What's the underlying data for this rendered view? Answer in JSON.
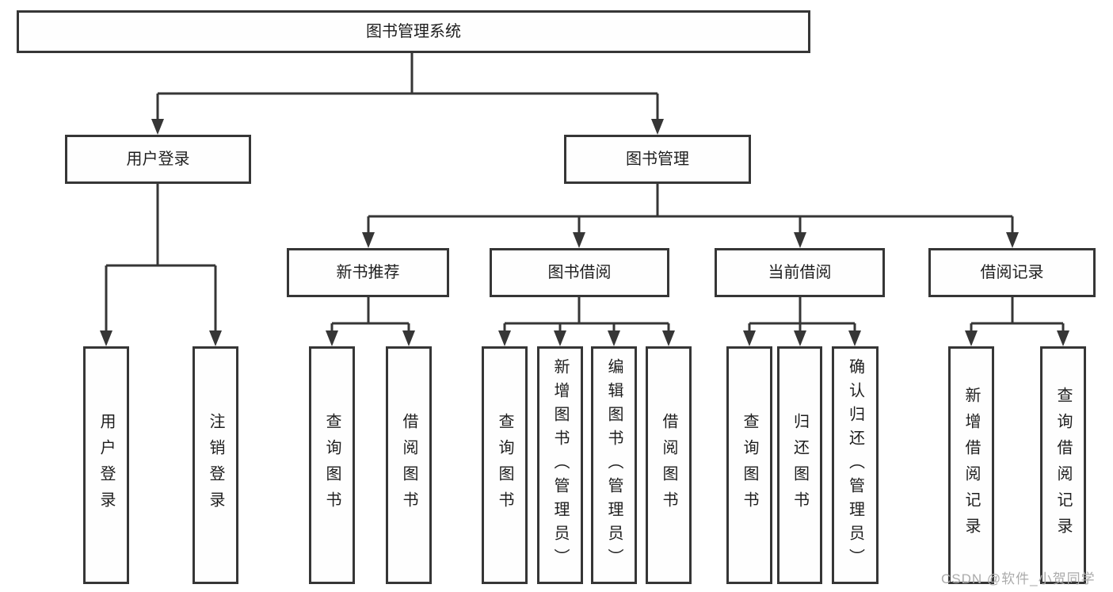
{
  "diagram": {
    "type": "tree",
    "title": "图书管理系统"
  },
  "nodes": [
    {
      "id": "root",
      "label": "图书管理系统",
      "parent": null,
      "vertical": false
    },
    {
      "id": "user-login",
      "label": "用户登录",
      "parent": "root",
      "vertical": false
    },
    {
      "id": "book-mgmt",
      "label": "图书管理",
      "parent": "root",
      "vertical": false
    },
    {
      "id": "new-book-rec",
      "label": "新书推荐",
      "parent": "book-mgmt",
      "vertical": false
    },
    {
      "id": "book-borrow",
      "label": "图书借阅",
      "parent": "book-mgmt",
      "vertical": false
    },
    {
      "id": "current-borrow",
      "label": "当前借阅",
      "parent": "book-mgmt",
      "vertical": false
    },
    {
      "id": "borrow-records",
      "label": "借阅记录",
      "parent": "book-mgmt",
      "vertical": false
    },
    {
      "id": "leaf-user-login",
      "label": "用户登录",
      "parent": "user-login",
      "vertical": true
    },
    {
      "id": "leaf-logout",
      "label": "注销登录",
      "parent": "user-login",
      "vertical": true
    },
    {
      "id": "leaf-query-book-1",
      "label": "查询图书",
      "parent": "new-book-rec",
      "vertical": true
    },
    {
      "id": "leaf-borrow-book-1",
      "label": "借阅图书",
      "parent": "new-book-rec",
      "vertical": true
    },
    {
      "id": "leaf-query-book-2",
      "label": "查询图书",
      "parent": "book-borrow",
      "vertical": true
    },
    {
      "id": "leaf-add-book",
      "label": "新增图书（管理员）",
      "parent": "book-borrow",
      "vertical": true
    },
    {
      "id": "leaf-edit-book",
      "label": "编辑图书（管理员）",
      "parent": "book-borrow",
      "vertical": true
    },
    {
      "id": "leaf-borrow-book-2",
      "label": "借阅图书",
      "parent": "book-borrow",
      "vertical": true
    },
    {
      "id": "leaf-query-book-3",
      "label": "查询图书",
      "parent": "current-borrow",
      "vertical": true
    },
    {
      "id": "leaf-return-book",
      "label": "归还图书",
      "parent": "current-borrow",
      "vertical": true
    },
    {
      "id": "leaf-confirm-return",
      "label": "确认归还（管理员）",
      "parent": "current-borrow",
      "vertical": true
    },
    {
      "id": "leaf-add-record",
      "label": "新增借阅记录",
      "parent": "borrow-records",
      "vertical": true
    },
    {
      "id": "leaf-query-record",
      "label": "查询借阅记录",
      "parent": "borrow-records",
      "vertical": true
    }
  ],
  "watermark": {
    "text": "CSDN @软件_小贺同学",
    "color": "#ababab"
  },
  "colors": {
    "line": "#363636",
    "box_border": "#363636",
    "background": "#ffffff",
    "text": "#1e1e1e"
  }
}
